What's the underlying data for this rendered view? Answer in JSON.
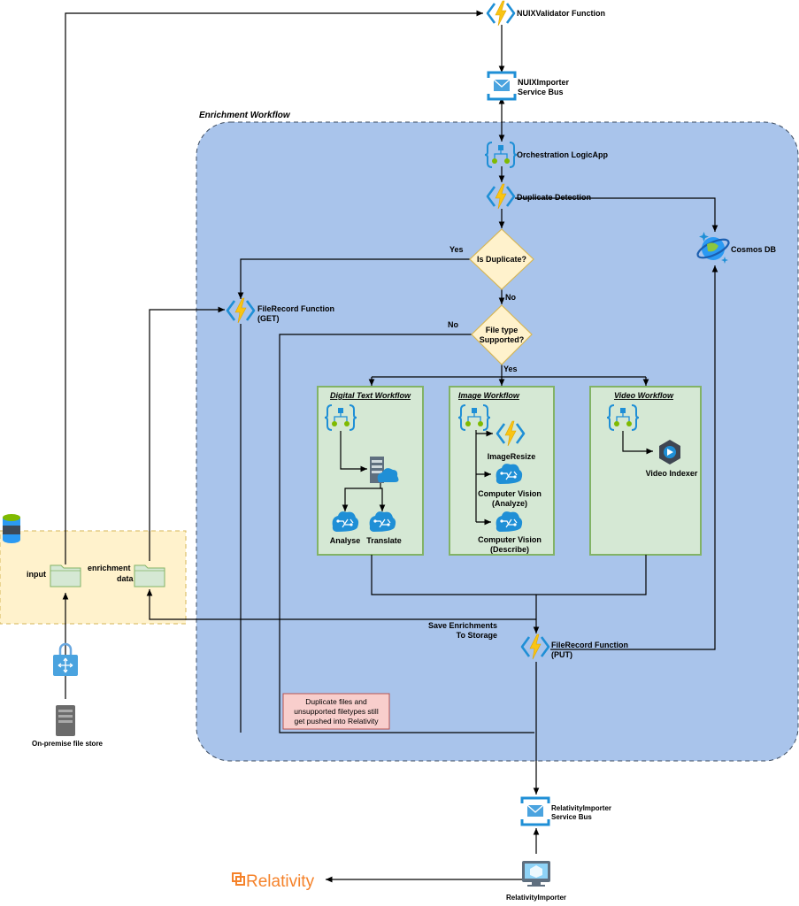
{
  "title": {
    "enrichment_workflow": "Enrichment Workflow"
  },
  "nodes": {
    "nuix_validator": "NUIXValidator Function",
    "nuix_importer": [
      "NUIXImporter",
      "Service Bus"
    ],
    "orchestration": "Orchestration LogicApp",
    "duplicate_detection": "Duplicate Detection",
    "is_duplicate": "Is Duplicate?",
    "file_type": [
      "File type",
      "Supported?"
    ],
    "cosmos": "Cosmos DB",
    "filerecord_get": [
      "FileRecord Function",
      "(GET)"
    ],
    "filerecord_put": [
      "FileRecord Function",
      "(PUT)"
    ],
    "save_enrichments": [
      "Save Enrichments",
      "To Storage"
    ],
    "relativity_bus": [
      "RelativityImporter",
      "Service Bus"
    ],
    "relativity_importer": "RelativityImporter",
    "onprem": "On-premise file store",
    "input": "input",
    "enrichment": [
      "enrichment",
      "data"
    ],
    "relativity_logo": "Relativity"
  },
  "edges": {
    "yes_dup": "Yes",
    "no_dup": "No",
    "no_type": "No",
    "yes_type": "Yes"
  },
  "workflows": {
    "digital": {
      "title": "Digital Text Workflow",
      "analyse": "Analyse",
      "translate": "Translate"
    },
    "image": {
      "title": "Image Workflow",
      "resize": "ImageResize",
      "cv_analyze": [
        "Computer Vision",
        "(Analyze)"
      ],
      "cv_describe": [
        "Computer Vision",
        "(Describe)"
      ]
    },
    "video": {
      "title": "Video Workflow",
      "indexer": "Video Indexer"
    }
  },
  "note": [
    "Duplicate files and",
    "unsupported filetypes still",
    "get pushed into Relativity"
  ],
  "colors": {
    "enrichment_bg": "#a9c4eb",
    "workflow_bg": "#d5e8d4",
    "workflow_border": "#82b366",
    "storage_bg": "#fff2cc",
    "storage_border": "#d6b656",
    "note_bg": "#f8cecc",
    "note_border": "#b85450",
    "function_yellow": "#f9c513",
    "azure_blue": "#1f8fd6",
    "relativity_orange": "#f5822a"
  }
}
